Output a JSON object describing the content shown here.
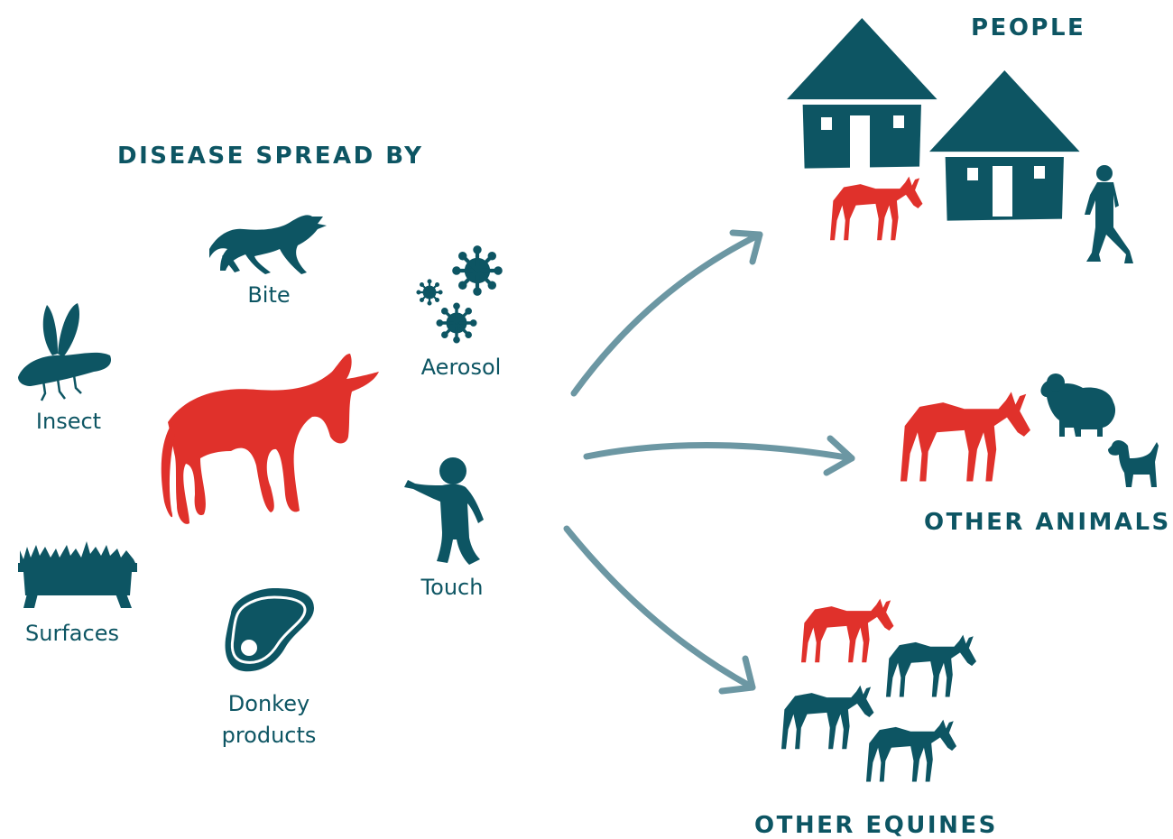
{
  "colors": {
    "teal": "#0d5563",
    "red": "#e0312b",
    "arrow": "#6c97a3",
    "bg": "#ffffff"
  },
  "headings": {
    "spread_by": "DISEASE SPREAD BY",
    "people": "PEOPLE",
    "other_animals": "OTHER ANIMALS",
    "other_equines": "OTHER EQUINES"
  },
  "routes": {
    "bite": "Bite",
    "insect": "Insect",
    "aerosol": "Aerosol",
    "touch": "Touch",
    "surfaces": "Surfaces",
    "donkey_products_line1": "Donkey",
    "donkey_products_line2": "products"
  },
  "icons": {
    "central_donkey": "donkey-icon",
    "bite": "dog-icon",
    "insect": "fly-icon",
    "aerosol": "virus-icon",
    "touch": "child-icon",
    "surfaces": "feeding-trough-icon",
    "donkey_products": "meat-icon",
    "people": [
      "hut-icon",
      "person-walking-icon"
    ],
    "other_animals": [
      "sheep-icon",
      "dog-icon"
    ],
    "arrows": "arrow-icon"
  }
}
